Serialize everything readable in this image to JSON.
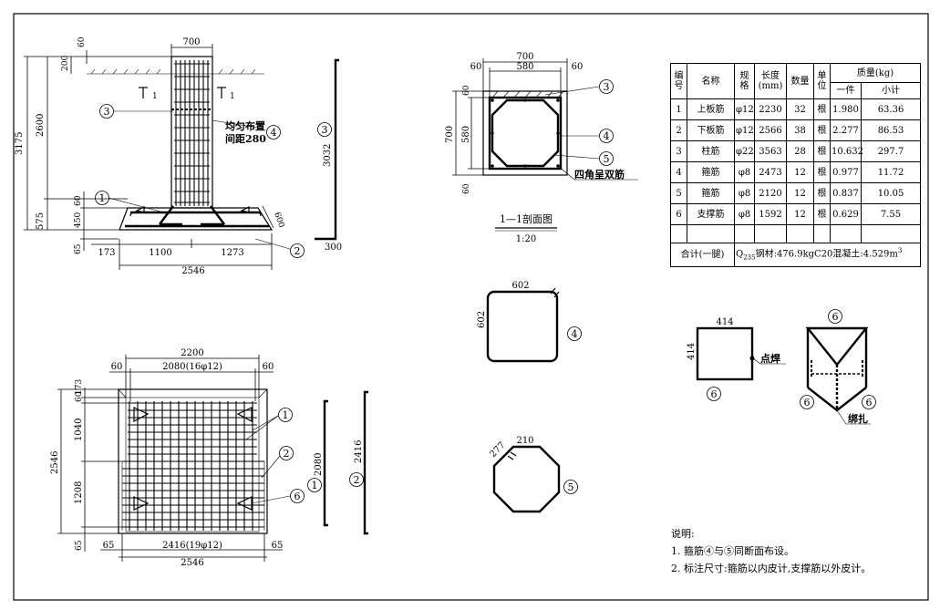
{
  "elevation": {
    "dims": {
      "top_width": "700",
      "top_margin": "60",
      "cover_200": "200",
      "total_height": "3175",
      "col_height": "2600",
      "base_height": "575",
      "base_60": "60",
      "base_450": "450",
      "bottom_65": "65",
      "left_173": "173",
      "span_1100": "1100",
      "span_1273": "1273",
      "total_width": "2546",
      "slant_600": "600",
      "bar3_len": "3032",
      "bar3_hook": "300"
    },
    "section_mark": "1",
    "note_line1": "均匀布置",
    "note_line2": "间距280",
    "callouts": [
      "1",
      "2",
      "3",
      "4"
    ]
  },
  "section": {
    "width_700": "700",
    "width_580": "580",
    "margin_60": "60",
    "height_700": "700",
    "height_580": "580",
    "callouts": [
      "3",
      "4",
      "5"
    ],
    "label_double": "四角呈双筋",
    "title": "1—1剖面图",
    "scale": "1:20"
  },
  "plan": {
    "width_2200": "2200",
    "width_2080": "2080(16φ12)",
    "margin_60": "60",
    "height_2546": "2546",
    "h_60": "60",
    "h_173": "173",
    "h_1040": "1040",
    "h_1208": "1208",
    "h_65": "65",
    "bottom_2416": "2416(19φ12)",
    "bottom_2546": "2546",
    "bottom_65": "65",
    "bar1_len": "2080",
    "bar2_len": "2416",
    "callouts": [
      "1",
      "2",
      "6"
    ],
    "bar_callouts": [
      "1",
      "2"
    ]
  },
  "stirrup4": {
    "w": "602",
    "h": "602",
    "callout": "4"
  },
  "stirrup5": {
    "side": "210",
    "hook": "277",
    "callout": "5"
  },
  "support": {
    "w": "414",
    "h": "414",
    "weld": "点焊",
    "tie": "绑扎",
    "callouts": [
      "6",
      "6",
      "6",
      "6"
    ]
  },
  "table": {
    "header": {
      "no": "编号",
      "name": "名称",
      "spec": "规格",
      "length": "长度",
      "length_unit": "(mm)",
      "qty": "数量",
      "unit": "单位",
      "mass": "质量(kg)",
      "each": "一件",
      "subtotal": "小计"
    },
    "rows": [
      {
        "no": "1",
        "name": "上板筋",
        "spec": "φ12",
        "length": "2230",
        "qty": "32",
        "unit": "根",
        "each": "1.980",
        "subtotal": "63.36"
      },
      {
        "no": "2",
        "name": "下板筋",
        "spec": "φ12",
        "length": "2566",
        "qty": "38",
        "unit": "根",
        "each": "2.277",
        "subtotal": "86.53"
      },
      {
        "no": "3",
        "name": "柱筋",
        "spec": "φ22",
        "length": "3563",
        "qty": "28",
        "unit": "根",
        "each": "10.632",
        "subtotal": "297.7"
      },
      {
        "no": "4",
        "name": "箍筋",
        "spec": "φ8",
        "length": "2473",
        "qty": "12",
        "unit": "根",
        "each": "0.977",
        "subtotal": "11.72"
      },
      {
        "no": "5",
        "name": "箍筋",
        "spec": "φ8",
        "length": "2120",
        "qty": "12",
        "unit": "根",
        "each": "0.837",
        "subtotal": "10.05"
      },
      {
        "no": "6",
        "name": "支撑筋",
        "spec": "φ8",
        "length": "1592",
        "qty": "12",
        "unit": "根",
        "each": "0.629",
        "subtotal": "7.55"
      }
    ],
    "total_label": "合计(一腿)",
    "total_q": "Q",
    "total_q_sub": "235",
    "total_text": "钢材:476.9kgC20混凝土:4.529m",
    "total_sup": "3"
  },
  "notes": {
    "title": "说明:",
    "items": [
      "1. 箍筋④与⑤同断面布设。",
      "2. 标注尺寸:箍筋以内皮计,支撑筋以外皮计。"
    ]
  }
}
